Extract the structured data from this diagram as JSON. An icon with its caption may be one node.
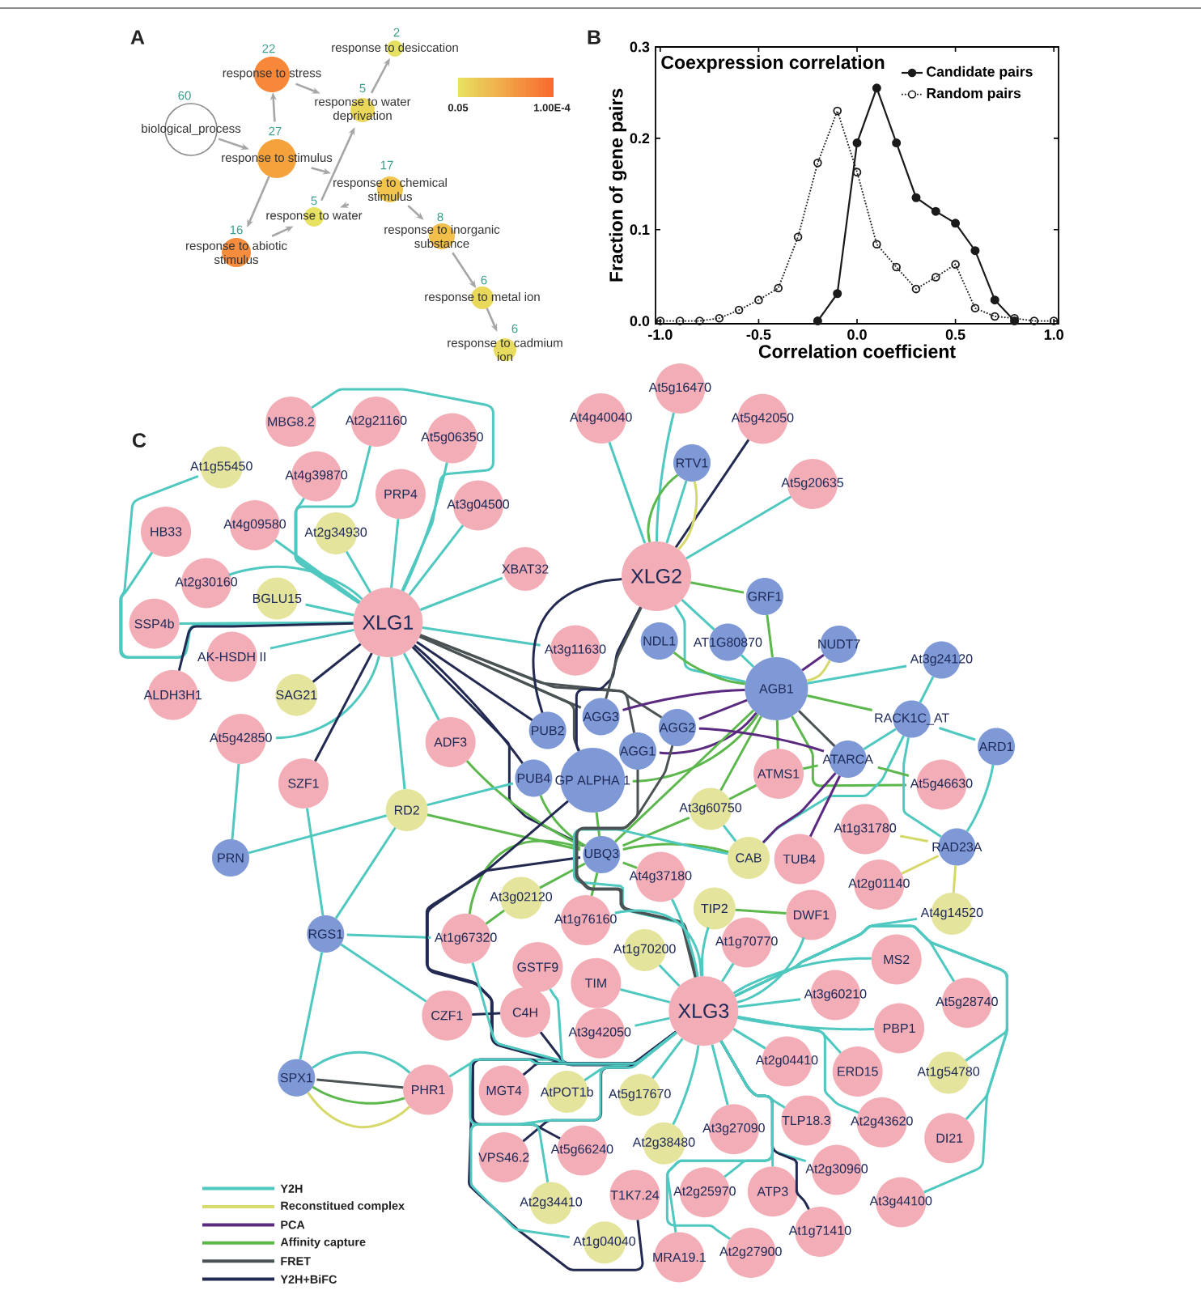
{
  "diagram": {
    "nodes": [
      {
        "text": [
          "biological_process"
        ],
        "beside": [
          "60"
        ]
      },
      {
        "text": [
          "response to stimulus"
        ],
        "beside": [
          "27"
        ]
      },
      {
        "text": [
          "response to stress"
        ],
        "beside": [
          "22"
        ]
      },
      {
        "text": [
          "response to water deprivation"
        ],
        "beside": [
          "5"
        ]
      },
      {
        "text": [
          "response to desiccation"
        ],
        "beside": [
          "2"
        ]
      },
      {
        "text": [
          "response to chemical stimulus"
        ],
        "beside": [
          "17"
        ]
      },
      {
        "text": [
          "response to water"
        ],
        "beside": [
          "5"
        ]
      },
      {
        "text": [
          "response to abiotic stimulus"
        ],
        "beside": [
          "16"
        ]
      },
      {
        "text": [
          "response to inorganic substance"
        ],
        "beside": [
          "8"
        ]
      },
      {
        "text": [
          "response to metal ion"
        ],
        "beside": [
          "6"
        ]
      },
      {
        "text": [
          "response to cadmium ion"
        ],
        "beside": [
          "6"
        ]
      },
      {
        "text": [
          "At5g16470"
        ]
      },
      {
        "text": [
          "At4g40040"
        ]
      },
      {
        "text": [
          "At5g42050"
        ]
      },
      {
        "text": [
          "MBG8.2"
        ]
      },
      {
        "text": [
          "At2g21160"
        ]
      },
      {
        "text": [
          "At5g06350"
        ]
      },
      {
        "text": [
          "RTV1"
        ]
      },
      {
        "text": [
          "At1g55450"
        ]
      },
      {
        "text": [
          "At4g39870"
        ]
      },
      {
        "text": [
          "At5g20635"
        ]
      },
      {
        "text": [
          "PRP4"
        ]
      },
      {
        "text": [
          "At3g04500"
        ]
      },
      {
        "text": [
          "At4g09580"
        ]
      },
      {
        "text": [
          "HB33"
        ]
      },
      {
        "text": [
          "At2g34930"
        ]
      },
      {
        "text": [
          "XBAT32"
        ]
      },
      {
        "text": [
          "XLG2"
        ]
      },
      {
        "text": [
          "At2g30160"
        ]
      },
      {
        "text": [
          "GRF1"
        ]
      },
      {
        "text": [
          "BGLU15"
        ]
      },
      {
        "text": [
          "XLG1"
        ]
      },
      {
        "text": [
          "SSP4b"
        ]
      },
      {
        "text": [
          "NDL1"
        ]
      },
      {
        "text": [
          "AT1G80870"
        ]
      },
      {
        "text": [
          "NUDT7"
        ]
      },
      {
        "text": [
          "At3g11630"
        ]
      },
      {
        "text": [
          "AK-HSDH II"
        ]
      },
      {
        "text": [
          "At3g24120"
        ]
      },
      {
        "text": [
          "AGB1"
        ]
      },
      {
        "text": [
          "ALDH3H1"
        ]
      },
      {
        "text": [
          "SAG21"
        ]
      },
      {
        "text": [
          "AGG3"
        ]
      },
      {
        "text": [
          "RACK1C_AT"
        ]
      },
      {
        "text": [
          "AGG2"
        ]
      },
      {
        "text": [
          "PUB2"
        ]
      },
      {
        "text": [
          "At5g42850"
        ]
      },
      {
        "text": [
          "ADF3"
        ]
      },
      {
        "text": [
          "ARD1"
        ]
      },
      {
        "text": [
          "AGG1"
        ]
      },
      {
        "text": [
          "ATARCA"
        ]
      },
      {
        "text": [
          "ATMS1"
        ]
      },
      {
        "text": [
          "PUB4"
        ]
      },
      {
        "text": [
          "GP ALPHA 1"
        ]
      },
      {
        "text": [
          "SZF1"
        ]
      },
      {
        "text": [
          "At5g46630"
        ]
      },
      {
        "text": [
          "At3g60750"
        ]
      },
      {
        "text": [
          "RD2"
        ]
      },
      {
        "text": [
          "At1g31780"
        ]
      },
      {
        "text": [
          "RAD23A"
        ]
      },
      {
        "text": [
          "UBQ3"
        ]
      },
      {
        "text": [
          "PRN"
        ]
      },
      {
        "text": [
          "CAB"
        ]
      },
      {
        "text": [
          "TUB4"
        ]
      },
      {
        "text": [
          "At4g37180"
        ]
      },
      {
        "text": [
          "At2g01140"
        ]
      },
      {
        "text": [
          "At3g02120"
        ]
      },
      {
        "text": [
          "TIP2"
        ]
      },
      {
        "text": [
          "At4g14520"
        ]
      },
      {
        "text": [
          "DWF1"
        ]
      },
      {
        "text": [
          "At1g76160"
        ]
      },
      {
        "text": [
          "RGS1"
        ]
      },
      {
        "text": [
          "At1g67320"
        ]
      },
      {
        "text": [
          "At1g70770"
        ]
      },
      {
        "text": [
          "At1g70200"
        ]
      },
      {
        "text": [
          "GSTF9"
        ]
      },
      {
        "text": [
          "MS2"
        ]
      },
      {
        "text": [
          "TIM"
        ]
      },
      {
        "text": [
          "At3g60210"
        ]
      },
      {
        "text": [
          "At5g28740"
        ]
      },
      {
        "text": [
          "XLG3"
        ]
      },
      {
        "text": [
          "C4H"
        ]
      },
      {
        "text": [
          "CZF1"
        ]
      },
      {
        "text": [
          "PBP1"
        ]
      },
      {
        "text": [
          "At3g42050"
        ]
      },
      {
        "text": [
          "At2g04410"
        ]
      },
      {
        "text": [
          "ERD15"
        ]
      },
      {
        "text": [
          "At1g54780"
        ]
      },
      {
        "text": [
          "SPX1"
        ]
      },
      {
        "text": [
          "PHR1"
        ]
      },
      {
        "text": [
          "MGT4"
        ]
      },
      {
        "text": [
          "AtPOT1b"
        ]
      },
      {
        "text": [
          "At5g17670"
        ]
      },
      {
        "text": [
          "TLP18.3"
        ]
      },
      {
        "text": [
          "At2g43620"
        ]
      },
      {
        "text": [
          "At3g27090"
        ]
      },
      {
        "text": [
          "DI21"
        ]
      },
      {
        "text": [
          "At2g38480"
        ]
      },
      {
        "text": [
          "At5g66240"
        ]
      },
      {
        "text": [
          "VPS46.2"
        ]
      },
      {
        "text": [
          "At2g30960"
        ]
      },
      {
        "text": [
          "ATP3"
        ]
      },
      {
        "text": [
          "At2g25970"
        ]
      },
      {
        "text": [
          "T1K7.24"
        ]
      },
      {
        "text": [
          "At3g44100"
        ]
      },
      {
        "text": [
          "At2g34410"
        ]
      },
      {
        "text": [
          "At1g71410"
        ]
      },
      {
        "text": [
          "At1g04040"
        ]
      },
      {
        "text": [
          "At2g27900"
        ]
      },
      {
        "text": [
          "MRA19.1"
        ]
      }
    ],
    "edges": [
      {
        "from": 0,
        "to": 1,
        "arrow": "to",
        "color": "#a6a6a6"
      },
      {
        "from": 1,
        "to": 2,
        "arrow": "to",
        "color": "#a6a6a6"
      },
      {
        "from": 1,
        "to": 5,
        "arrow": "to",
        "color": "#a6a6a6"
      },
      {
        "from": 1,
        "to": 7,
        "arrow": "to",
        "color": "#a6a6a6"
      },
      {
        "from": 2,
        "to": 3,
        "arrow": "to",
        "color": "#a6a6a6"
      },
      {
        "from": 6,
        "to": 3,
        "arrow": "to",
        "color": "#a6a6a6"
      },
      {
        "from": 3,
        "to": 4,
        "arrow": "to",
        "color": "#a6a6a6"
      },
      {
        "from": 5,
        "to": 6,
        "arrow": "to",
        "color": "#a6a6a6"
      },
      {
        "from": 7,
        "to": 6,
        "arrow": "to",
        "color": "#a6a6a6"
      },
      {
        "from": 5,
        "to": 8,
        "arrow": "to",
        "color": "#a6a6a6"
      },
      {
        "from": 8,
        "to": 9,
        "arrow": "to",
        "color": "#a6a6a6"
      },
      {
        "from": 9,
        "to": 10,
        "arrow": "to",
        "color": "#a6a6a6"
      },
      {
        "from": 31,
        "to": 14,
        "arrow": "none"
      },
      {
        "from": 31,
        "to": 15,
        "arrow": "none"
      },
      {
        "from": 31,
        "to": 16,
        "arrow": "none"
      },
      {
        "from": 31,
        "to": 18,
        "arrow": "none"
      },
      {
        "from": 31,
        "to": 19,
        "arrow": "none"
      },
      {
        "from": 31,
        "to": 21,
        "arrow": "none"
      },
      {
        "from": 31,
        "to": 22,
        "arrow": "none"
      },
      {
        "from": 31,
        "to": 24,
        "arrow": "none"
      },
      {
        "from": 31,
        "to": 23,
        "arrow": "none"
      },
      {
        "from": 31,
        "to": 25,
        "arrow": "none"
      },
      {
        "from": 31,
        "to": 28,
        "arrow": "none"
      },
      {
        "from": 31,
        "to": 30,
        "arrow": "none"
      },
      {
        "from": 31,
        "to": 26,
        "arrow": "none"
      },
      {
        "from": 31,
        "to": 32,
        "arrow": "none"
      },
      {
        "from": 31,
        "to": 36,
        "arrow": "none"
      },
      {
        "from": 31,
        "to": 37,
        "arrow": "none"
      },
      {
        "from": 31,
        "to": 40,
        "arrow": "none",
        "color": "#232a52"
      },
      {
        "from": 31,
        "to": 41,
        "arrow": "none",
        "color": "#232a52"
      },
      {
        "from": 31,
        "to": 46,
        "arrow": "none"
      },
      {
        "from": 31,
        "to": 54,
        "arrow": "none",
        "color": "#232a52"
      },
      {
        "from": 31,
        "to": 47,
        "arrow": "none"
      },
      {
        "from": 31,
        "to": 57,
        "arrow": "none"
      },
      {
        "from": 31,
        "to": 45,
        "arrow": "none",
        "color": "#232a52"
      },
      {
        "from": 31,
        "to": 52,
        "arrow": "none",
        "color": "#232a52"
      },
      {
        "from": 31,
        "to": 42,
        "arrow": "none",
        "color": "#4a5254"
      },
      {
        "from": 31,
        "to": 49,
        "arrow": "none",
        "color": "#4a5254"
      },
      {
        "from": 31,
        "to": 44,
        "arrow": "none",
        "color": "#4a5254"
      },
      {
        "from": 31,
        "to": 53,
        "arrow": "none",
        "color": "#4a5254"
      },
      {
        "from": 31,
        "to": 60,
        "arrow": "none",
        "color": "#232a52"
      },
      {
        "from": 27,
        "to": 12,
        "arrow": "none"
      },
      {
        "from": 27,
        "to": 11,
        "arrow": "none"
      },
      {
        "from": 27,
        "to": 13,
        "arrow": "none",
        "color": "#232a52"
      },
      {
        "from": 27,
        "to": 17,
        "arrow": "none"
      },
      {
        "from": 27,
        "to": 17,
        "arrow": "none",
        "color": "#5cb84c"
      },
      {
        "from": 27,
        "to": 17,
        "arrow": "none",
        "color": "#d6d86a"
      },
      {
        "from": 27,
        "to": 20,
        "arrow": "none"
      },
      {
        "from": 27,
        "to": 29,
        "arrow": "none",
        "color": "#5cb84c"
      },
      {
        "from": 27,
        "to": 39,
        "arrow": "none"
      },
      {
        "from": 27,
        "to": 34,
        "arrow": "none"
      },
      {
        "from": 27,
        "to": 45,
        "arrow": "none",
        "color": "#232a52"
      },
      {
        "from": 27,
        "to": 53,
        "arrow": "none",
        "color": "#232a52"
      },
      {
        "from": 27,
        "to": 42,
        "arrow": "none",
        "color": "#4a5254"
      },
      {
        "from": 39,
        "to": 29,
        "arrow": "none",
        "color": "#5cb84c"
      },
      {
        "from": 39,
        "to": 35,
        "arrow": "none",
        "color": "#5a2a80"
      },
      {
        "from": 39,
        "to": 35,
        "arrow": "none",
        "color": "#d6d86a"
      },
      {
        "from": 39,
        "to": 34,
        "arrow": "none"
      },
      {
        "from": 39,
        "to": 33,
        "arrow": "none",
        "color": "#5cb84c"
      },
      {
        "from": 39,
        "to": 38,
        "arrow": "none"
      },
      {
        "from": 39,
        "to": 44,
        "arrow": "none",
        "color": "#5a2a80"
      },
      {
        "from": 39,
        "to": 42,
        "arrow": "none",
        "color": "#5a2a80"
      },
      {
        "from": 39,
        "to": 49,
        "arrow": "none",
        "color": "#5a2a80"
      },
      {
        "from": 39,
        "to": 43,
        "arrow": "none",
        "color": "#5cb84c"
      },
      {
        "from": 39,
        "to": 50,
        "arrow": "none",
        "color": "#4a5254"
      },
      {
        "from": 39,
        "to": 51,
        "arrow": "none",
        "color": "#5cb84c"
      },
      {
        "from": 39,
        "to": 55,
        "arrow": "none",
        "color": "#5cb84c"
      },
      {
        "from": 39,
        "to": 56,
        "arrow": "none",
        "color": "#5cb84c"
      },
      {
        "from": 39,
        "to": 60,
        "arrow": "none",
        "color": "#5cb84c"
      },
      {
        "from": 39,
        "to": 53,
        "arrow": "none",
        "color": "#5cb84c"
      },
      {
        "from": 43,
        "to": 38,
        "arrow": "none"
      },
      {
        "from": 43,
        "to": 48,
        "arrow": "none"
      },
      {
        "from": 43,
        "to": 59,
        "arrow": "none"
      },
      {
        "from": 43,
        "to": 50,
        "arrow": "none"
      },
      {
        "from": 43,
        "to": 62,
        "arrow": "none"
      },
      {
        "from": 50,
        "to": 51,
        "arrow": "none",
        "color": "#5cb84c"
      },
      {
        "from": 50,
        "to": 55,
        "arrow": "none",
        "color": "#5cb84c"
      },
      {
        "from": 50,
        "to": 44,
        "arrow": "none",
        "color": "#5a2a80"
      },
      {
        "from": 50,
        "to": 62,
        "arrow": "none",
        "color": "#5a2a80"
      },
      {
        "from": 50,
        "to": 63,
        "arrow": "none",
        "color": "#5a2a80"
      },
      {
        "from": 48,
        "to": 59,
        "arrow": "none"
      },
      {
        "from": 59,
        "to": 68,
        "arrow": "none",
        "color": "#d6d86a"
      },
      {
        "from": 59,
        "to": 58,
        "arrow": "none",
        "color": "#d6d86a"
      },
      {
        "from": 59,
        "to": 65,
        "arrow": "none",
        "color": "#d6d86a"
      },
      {
        "from": 60,
        "to": 57,
        "arrow": "none",
        "color": "#5cb84c"
      },
      {
        "from": 60,
        "to": 47,
        "arrow": "none",
        "color": "#5cb84c"
      },
      {
        "from": 60,
        "to": 56,
        "arrow": "none",
        "color": "#5cb84c"
      },
      {
        "from": 60,
        "to": 64,
        "arrow": "none",
        "color": "#5cb84c"
      },
      {
        "from": 60,
        "to": 70,
        "arrow": "none",
        "color": "#5cb84c"
      },
      {
        "from": 60,
        "to": 66,
        "arrow": "none",
        "color": "#5cb84c"
      },
      {
        "from": 60,
        "to": 62,
        "arrow": "none",
        "color": "#5cb84c"
      },
      {
        "from": 60,
        "to": 72,
        "arrow": "none",
        "color": "#5cb84c"
      },
      {
        "from": 60,
        "to": 80,
        "arrow": "none",
        "color": "#232a52"
      },
      {
        "from": 60,
        "to": 52,
        "arrow": "none",
        "color": "#5cb84c"
      },
      {
        "from": 60,
        "to": 53,
        "arrow": "none",
        "color": "#5cb84c"
      },
      {
        "from": 56,
        "to": 51,
        "arrow": "none",
        "color": "#5cb84c"
      },
      {
        "from": 56,
        "to": 62,
        "arrow": "none"
      },
      {
        "from": 67,
        "to": 69,
        "arrow": "none",
        "color": "#5cb84c"
      },
      {
        "from": 62,
        "to": 80,
        "arrow": "none"
      },
      {
        "from": 57,
        "to": 61,
        "arrow": "none"
      },
      {
        "from": 57,
        "to": 71,
        "arrow": "none"
      },
      {
        "from": 57,
        "to": 52,
        "arrow": "none"
      },
      {
        "from": 61,
        "to": 46,
        "arrow": "none"
      },
      {
        "from": 54,
        "to": 71,
        "arrow": "none"
      },
      {
        "from": 71,
        "to": 72,
        "arrow": "none"
      },
      {
        "from": 71,
        "to": 82,
        "arrow": "none"
      },
      {
        "from": 71,
        "to": 88,
        "arrow": "none"
      },
      {
        "from": 88,
        "to": 89,
        "arrow": "none"
      },
      {
        "from": 88,
        "to": 89,
        "arrow": "none",
        "color": "#4a5254"
      },
      {
        "from": 88,
        "to": 89,
        "arrow": "none",
        "color": "#5cb84c"
      },
      {
        "from": 88,
        "to": 89,
        "arrow": "none",
        "color": "#d6d86a"
      },
      {
        "from": 89,
        "to": 80,
        "arrow": "none"
      },
      {
        "from": 81,
        "to": 82,
        "arrow": "none",
        "color": "#232a52"
      },
      {
        "from": 81,
        "to": 80,
        "arrow": "none",
        "color": "#232a52"
      },
      {
        "from": 49,
        "to": 80,
        "arrow": "none",
        "color": "#4a5254"
      },
      {
        "from": 44,
        "to": 80,
        "arrow": "none",
        "color": "#4a5254"
      },
      {
        "from": 53,
        "to": 80,
        "arrow": "none",
        "color": "#232a52"
      },
      {
        "from": 66,
        "to": 72,
        "arrow": "none",
        "color": "#5cb84c"
      },
      {
        "from": 80,
        "to": 70,
        "arrow": "none"
      },
      {
        "from": 80,
        "to": 75,
        "arrow": "none"
      },
      {
        "from": 80,
        "to": 77,
        "arrow": "none"
      },
      {
        "from": 80,
        "to": 84,
        "arrow": "none"
      },
      {
        "from": 80,
        "to": 72,
        "arrow": "none"
      },
      {
        "from": 80,
        "to": 74,
        "arrow": "none"
      },
      {
        "from": 80,
        "to": 64,
        "arrow": "none"
      },
      {
        "from": 80,
        "to": 73,
        "arrow": "none"
      },
      {
        "from": 80,
        "to": 67,
        "arrow": "none"
      },
      {
        "from": 80,
        "to": 69,
        "arrow": "none"
      },
      {
        "from": 80,
        "to": 76,
        "arrow": "none"
      },
      {
        "from": 80,
        "to": 78,
        "arrow": "none"
      },
      {
        "from": 80,
        "to": 79,
        "arrow": "none"
      },
      {
        "from": 80,
        "to": 83,
        "arrow": "none"
      },
      {
        "from": 80,
        "to": 85,
        "arrow": "none"
      },
      {
        "from": 80,
        "to": 86,
        "arrow": "none"
      },
      {
        "from": 80,
        "to": 87,
        "arrow": "none"
      },
      {
        "from": 80,
        "to": 90,
        "arrow": "none",
        "color": "#232a52"
      },
      {
        "from": 80,
        "to": 91,
        "arrow": "none"
      },
      {
        "from": 80,
        "to": 92,
        "arrow": "none"
      },
      {
        "from": 80,
        "to": 95,
        "arrow": "none"
      },
      {
        "from": 80,
        "to": 93,
        "arrow": "none"
      },
      {
        "from": 80,
        "to": 94,
        "arrow": "none"
      },
      {
        "from": 80,
        "to": 96,
        "arrow": "none"
      },
      {
        "from": 80,
        "to": 97,
        "arrow": "none"
      },
      {
        "from": 80,
        "to": 99,
        "arrow": "none",
        "color": "#232a52"
      },
      {
        "from": 80,
        "to": 98,
        "arrow": "none",
        "color": "#232a52"
      },
      {
        "from": 80,
        "to": 100,
        "arrow": "none"
      },
      {
        "from": 80,
        "to": 104,
        "arrow": "none"
      },
      {
        "from": 80,
        "to": 103,
        "arrow": "none",
        "color": "#232a52"
      },
      {
        "from": 80,
        "to": 102,
        "arrow": "none"
      },
      {
        "from": 80,
        "to": 101,
        "arrow": "none"
      },
      {
        "from": 80,
        "to": 105,
        "arrow": "none"
      },
      {
        "from": 80,
        "to": 106,
        "arrow": "none",
        "color": "#232a52"
      },
      {
        "from": 80,
        "to": 107,
        "arrow": "none"
      },
      {
        "from": 80,
        "to": 109,
        "arrow": "none"
      },
      {
        "from": 80,
        "to": 108,
        "arrow": "none"
      },
      {
        "from": 80,
        "to": 68,
        "arrow": "none"
      }
    ],
    "labels": [
      "A",
      "B",
      "0.05",
      "1.00E-4",
      "C"
    ],
    "legend": [
      {
        "text": "Y2H"
      },
      {
        "text": "Reconstitued complex"
      },
      {
        "text": "PCA"
      },
      {
        "text": "Affinity capture"
      },
      {
        "text": "FRET"
      },
      {
        "text": "Y2H+BiFC"
      }
    ],
    "chart_data": {
      "type": "line",
      "title": "Coexpression correlation",
      "xlabel": "Correlation coefficient",
      "ylabel": "Fraction of gene pairs",
      "x": [
        -1.0,
        -0.9,
        -0.8,
        -0.7,
        -0.6,
        -0.5,
        -0.4,
        -0.3,
        -0.2,
        -0.1,
        0.0,
        0.1,
        0.2,
        0.3,
        0.4,
        0.5,
        0.6,
        0.7,
        0.8,
        0.9,
        1.0
      ],
      "series": [
        {
          "name": "Candidate pairs",
          "color": "#1a1a1a",
          "marker": "filled circle",
          "line_style": "solid",
          "values": [
            null,
            null,
            null,
            null,
            null,
            null,
            null,
            null,
            0.0,
            0.03,
            0.195,
            0.255,
            0.195,
            0.135,
            0.12,
            0.107,
            0.077,
            0.023,
            0.0,
            null,
            null
          ]
        },
        {
          "name": "Random pairs",
          "color": "#1a1a1a",
          "marker": "open circle",
          "line_style": "dotted",
          "values": [
            0.0,
            0.0,
            0.0,
            0.003,
            0.012,
            0.023,
            0.036,
            0.092,
            0.173,
            0.23,
            0.163,
            0.084,
            0.059,
            0.035,
            0.048,
            0.062,
            0.014,
            0.005,
            0.003,
            0.0,
            0.0
          ]
        }
      ],
      "legend": true,
      "xlim": [
        -1.024,
        1.024
      ],
      "ylim": [
        -0.003,
        0.3
      ],
      "xticks": [
        {
          "value": -1.0,
          "label": "-1.0"
        },
        {
          "value": -0.5,
          "label": "-0.5"
        },
        {
          "value": 0.0,
          "label": "0.0"
        },
        {
          "value": 0.5,
          "label": "0.5"
        },
        {
          "value": 1.0,
          "label": "1.0"
        }
      ],
      "yticks": [
        {
          "value": 0.0,
          "label": "0.0"
        },
        {
          "value": 0.1,
          "label": "0.1"
        },
        {
          "value": 0.2,
          "label": "0.2"
        },
        {
          "value": 0.3,
          "label": "0.3"
        }
      ]
    }
  }
}
